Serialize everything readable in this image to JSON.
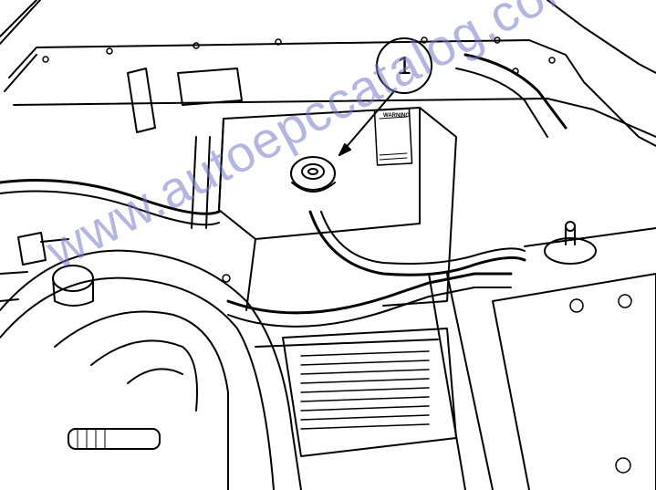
{
  "diagram": {
    "callout_number": "1",
    "warning_label_title": "WARNING",
    "watermark_text": "www.autoepccatalog.com"
  },
  "colors": {
    "line": "#000000",
    "background": "#ffffff",
    "watermark": "#7878c8"
  }
}
